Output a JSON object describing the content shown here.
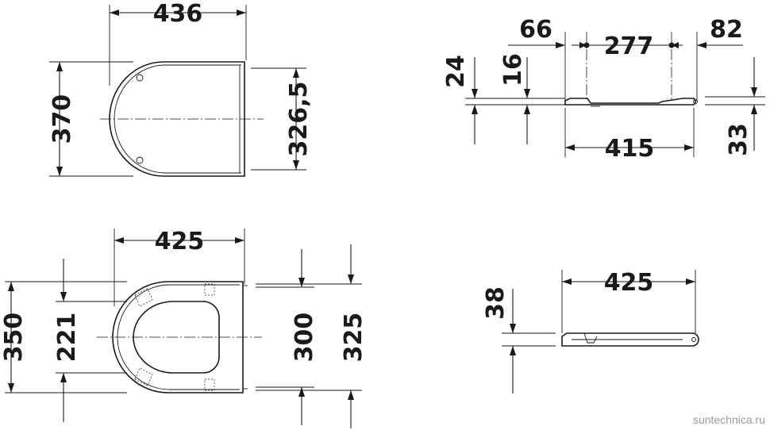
{
  "views": {
    "top_lid": {
      "width": "436",
      "depth": "370",
      "inner_depth": "326,5"
    },
    "side_lid": {
      "offset_front": "66",
      "hinge_spacing": "277",
      "offset_rear": "82",
      "height_total": "24",
      "height_front": "16",
      "length": "415",
      "height_rear": "33"
    },
    "top_seat": {
      "width": "425",
      "depth": "350",
      "opening": "221",
      "inner_span": "300",
      "outer_span": "325"
    },
    "side_seat": {
      "length": "425",
      "height": "38"
    }
  },
  "watermark": "suntechnica.ru"
}
